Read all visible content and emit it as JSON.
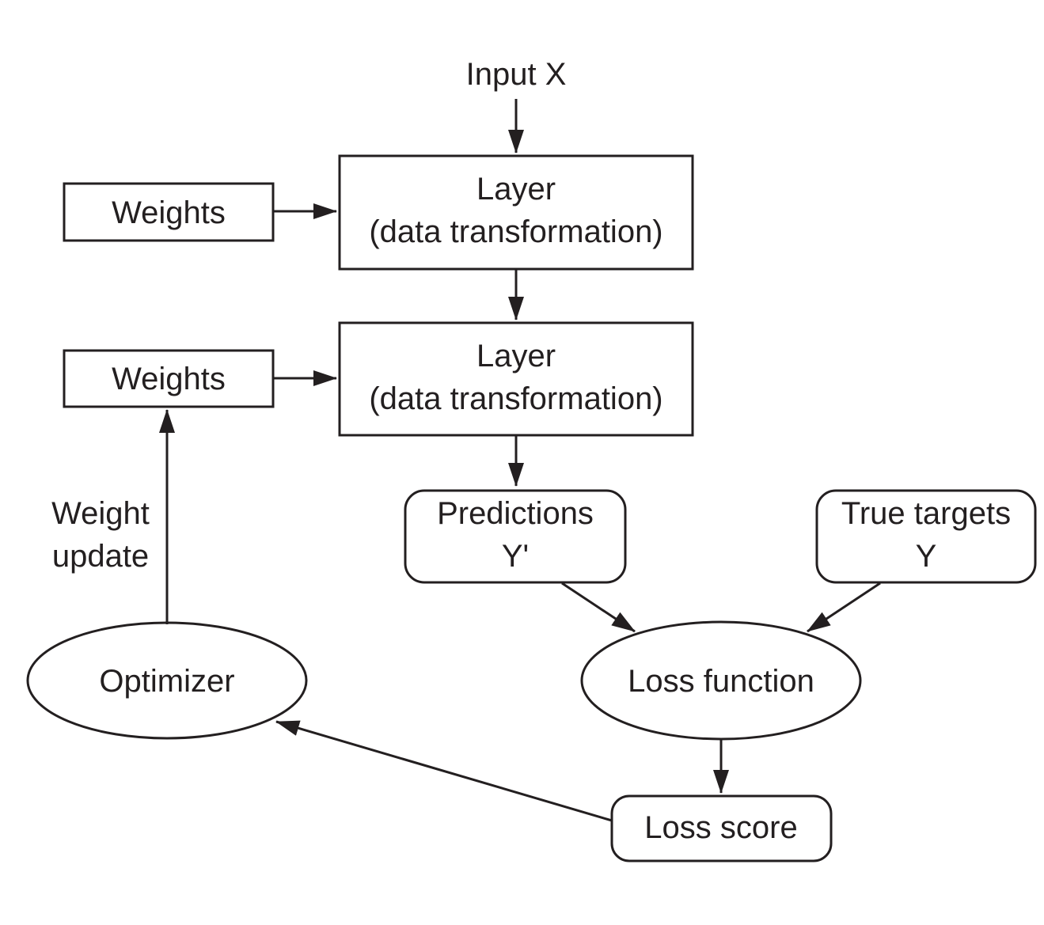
{
  "diagram": {
    "input": {
      "label": "Input X"
    },
    "weights_top": {
      "label": "Weights"
    },
    "weights_bottom": {
      "label": "Weights"
    },
    "layer_top": {
      "title": "Layer",
      "subtitle": "(data transformation)"
    },
    "layer_bottom": {
      "title": "Layer",
      "subtitle": "(data transformation)"
    },
    "predictions": {
      "title": "Predictions",
      "symbol": "Y'"
    },
    "true_targets": {
      "title": "True targets",
      "symbol": "Y"
    },
    "loss_function": {
      "label": "Loss function"
    },
    "loss_score": {
      "label": "Loss score"
    },
    "optimizer": {
      "label": "Optimizer"
    },
    "weight_update": {
      "line1": "Weight",
      "line2": "update"
    }
  },
  "colors": {
    "stroke": "#231f20",
    "background": "#ffffff"
  }
}
